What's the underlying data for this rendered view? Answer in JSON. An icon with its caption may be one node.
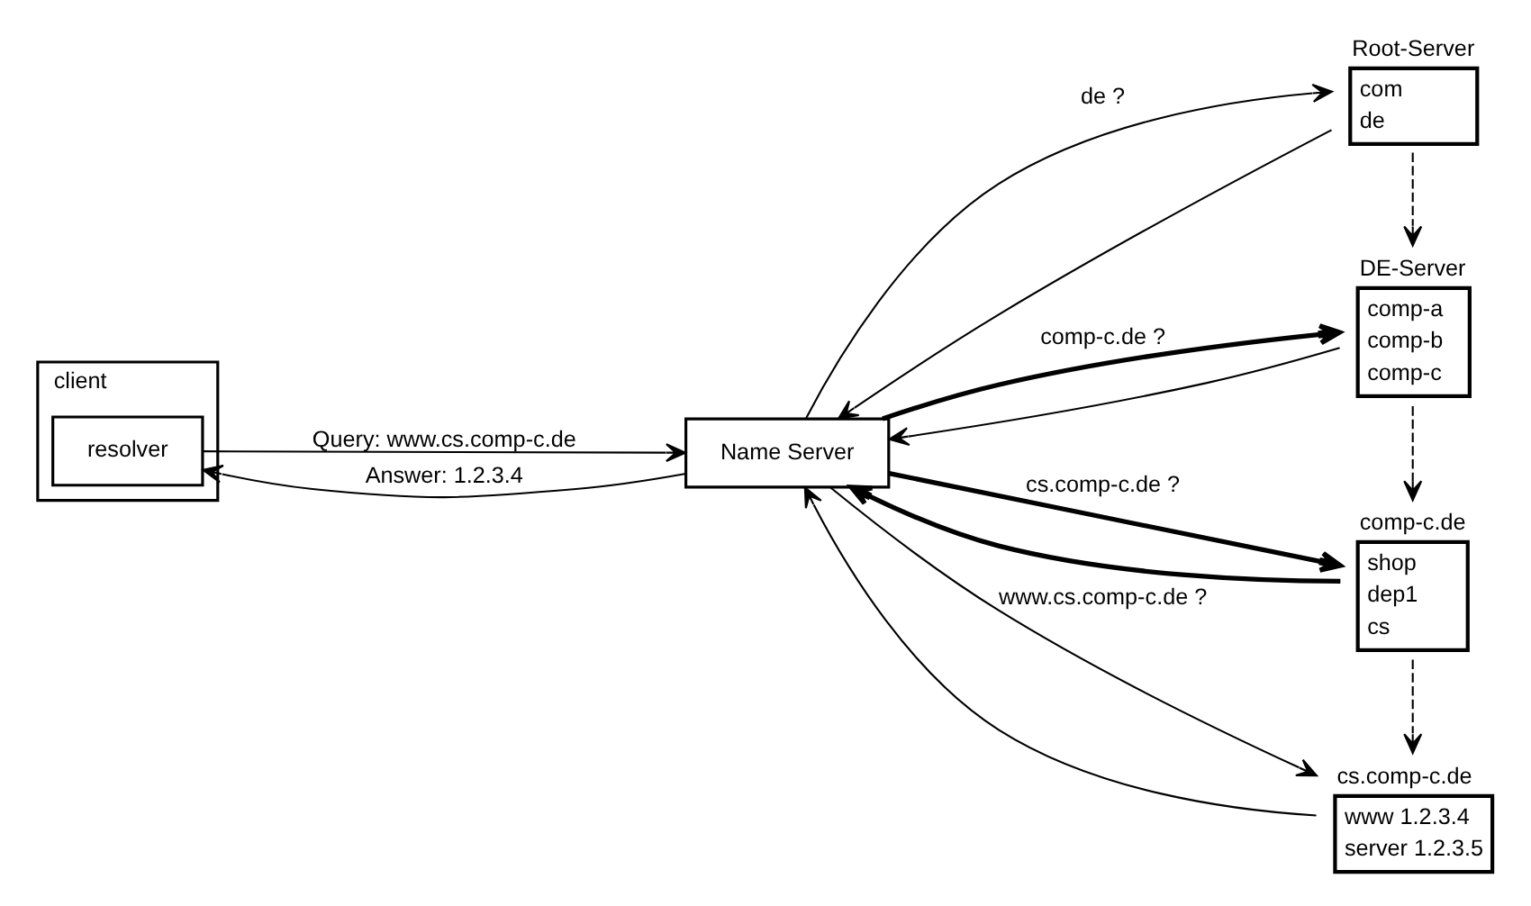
{
  "diagram": {
    "nodes": [
      {
        "text": [
          "client"
        ]
      },
      {
        "text": [
          "resolver"
        ],
        "in": 0
      },
      {
        "text": [
          "Name Server"
        ]
      },
      {
        "text": [
          "Root-Server",
          "com",
          "de"
        ]
      },
      {
        "text": [
          "DE-Server",
          "comp-a",
          "comp-b",
          "comp-c"
        ]
      },
      {
        "text": [
          "comp-c.de",
          "shop",
          "dep1",
          "cs"
        ]
      },
      {
        "text": [
          "cs.comp-c.de",
          "www 1.2.3.4",
          "server 1.2.3.5"
        ]
      }
    ],
    "edges": [
      {
        "from": 1,
        "to": 2,
        "arrow": "to",
        "label": "Query: www.cs.comp-c.de"
      },
      {
        "from": 2,
        "to": 1,
        "arrow": "to",
        "label": "Answer: 1.2.3.4"
      },
      {
        "from": 2,
        "to": 3,
        "arrow": "to",
        "label": "de ?"
      },
      {
        "from": 3,
        "to": 2,
        "arrow": "to"
      },
      {
        "from": 2,
        "to": 4,
        "arrow": "to",
        "label": "comp-c.de ?",
        "style": "thick"
      },
      {
        "from": 4,
        "to": 2,
        "arrow": "to"
      },
      {
        "from": 2,
        "to": 5,
        "arrow": "to",
        "label": "cs.comp-c.de ?",
        "style": "thick"
      },
      {
        "from": 5,
        "to": 2,
        "arrow": "to",
        "style": "thick"
      },
      {
        "from": 2,
        "to": 6,
        "arrow": "to",
        "label": "www.cs.comp-c.de ?"
      },
      {
        "from": 6,
        "to": 2,
        "arrow": "to"
      },
      {
        "from": 3,
        "to": 4,
        "arrow": "to",
        "style": "dashed"
      },
      {
        "from": 4,
        "to": 5,
        "arrow": "to",
        "style": "dashed"
      },
      {
        "from": 5,
        "to": 6,
        "arrow": "to",
        "style": "dashed"
      }
    ]
  }
}
